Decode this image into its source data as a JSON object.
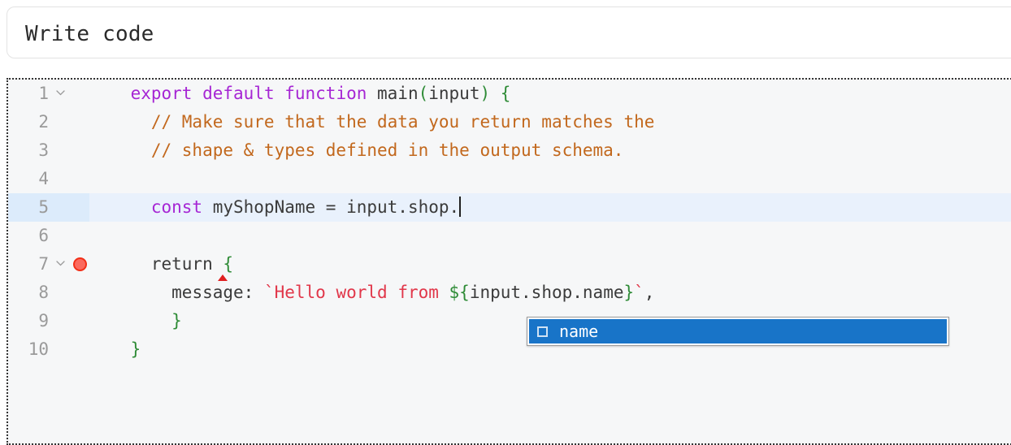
{
  "header": {
    "title": "Write code"
  },
  "editor": {
    "language": "javascript",
    "active_line": 5,
    "caret_line": 5,
    "breakpoint_lines": [
      7
    ],
    "fold_lines": [
      1,
      7
    ],
    "error_lines": [
      7
    ],
    "colors": {
      "background": "#f6f7f8",
      "active_line": "#e9f1fc",
      "active_gutter": "#dcebfb",
      "line_number": "#9a9a9a",
      "keyword": "#a626d4",
      "comment": "#c2681d",
      "string": "#e1374a",
      "punctuation": "#2e8b36",
      "plain": "#3b3b3b",
      "breakpoint": "#f22f18",
      "error_marker": "#e02020",
      "autocomplete_selected": "#1874c8"
    },
    "lines": [
      {
        "number": "1",
        "fold": true,
        "breakpoint": false,
        "tokens": [
          {
            "t": "    ",
            "c": "plain"
          },
          {
            "t": "export default function",
            "c": "keyword"
          },
          {
            "t": " main",
            "c": "plain"
          },
          {
            "t": "(",
            "c": "punct"
          },
          {
            "t": "input",
            "c": "plain"
          },
          {
            "t": ")",
            "c": "punct"
          },
          {
            "t": " ",
            "c": "plain"
          },
          {
            "t": "{",
            "c": "brace"
          }
        ]
      },
      {
        "number": "2",
        "fold": false,
        "breakpoint": false,
        "tokens": [
          {
            "t": "      ",
            "c": "plain"
          },
          {
            "t": "// Make sure that the data you return matches the",
            "c": "comment"
          }
        ]
      },
      {
        "number": "3",
        "fold": false,
        "breakpoint": false,
        "tokens": [
          {
            "t": "      ",
            "c": "plain"
          },
          {
            "t": "// shape & types defined in the output schema.",
            "c": "comment"
          }
        ]
      },
      {
        "number": "4",
        "fold": false,
        "breakpoint": false,
        "tokens": []
      },
      {
        "number": "5",
        "fold": false,
        "breakpoint": false,
        "active": true,
        "caret": true,
        "tokens": [
          {
            "t": "      ",
            "c": "plain"
          },
          {
            "t": "const",
            "c": "keyword"
          },
          {
            "t": " myShopName = input.shop.",
            "c": "plain"
          }
        ]
      },
      {
        "number": "6",
        "fold": false,
        "breakpoint": false,
        "tokens": []
      },
      {
        "number": "7",
        "fold": true,
        "breakpoint": true,
        "error": true,
        "tokens": [
          {
            "t": "      ",
            "c": "plain"
          },
          {
            "t": "return ",
            "c": "plain"
          },
          {
            "t": "{",
            "c": "brace"
          }
        ]
      },
      {
        "number": "8",
        "fold": false,
        "breakpoint": false,
        "tokens": [
          {
            "t": "        ",
            "c": "plain"
          },
          {
            "t": "message: ",
            "c": "plain"
          },
          {
            "t": "`Hello world from ",
            "c": "string"
          },
          {
            "t": "${",
            "c": "punct"
          },
          {
            "t": "input.shop.name",
            "c": "plain"
          },
          {
            "t": "}",
            "c": "punct"
          },
          {
            "t": "`",
            "c": "string"
          },
          {
            "t": ",",
            "c": "plain"
          }
        ]
      },
      {
        "number": "9",
        "fold": false,
        "breakpoint": false,
        "tokens": [
          {
            "t": "        ",
            "c": "plain"
          },
          {
            "t": "}",
            "c": "brace"
          }
        ]
      },
      {
        "number": "10",
        "fold": false,
        "breakpoint": false,
        "tokens": [
          {
            "t": "    ",
            "c": "plain"
          },
          {
            "t": "}",
            "c": "brace"
          }
        ]
      }
    ]
  },
  "autocomplete": {
    "visible": true,
    "items": [
      {
        "label": "name",
        "icon": "property-square-icon",
        "selected": true
      }
    ]
  }
}
